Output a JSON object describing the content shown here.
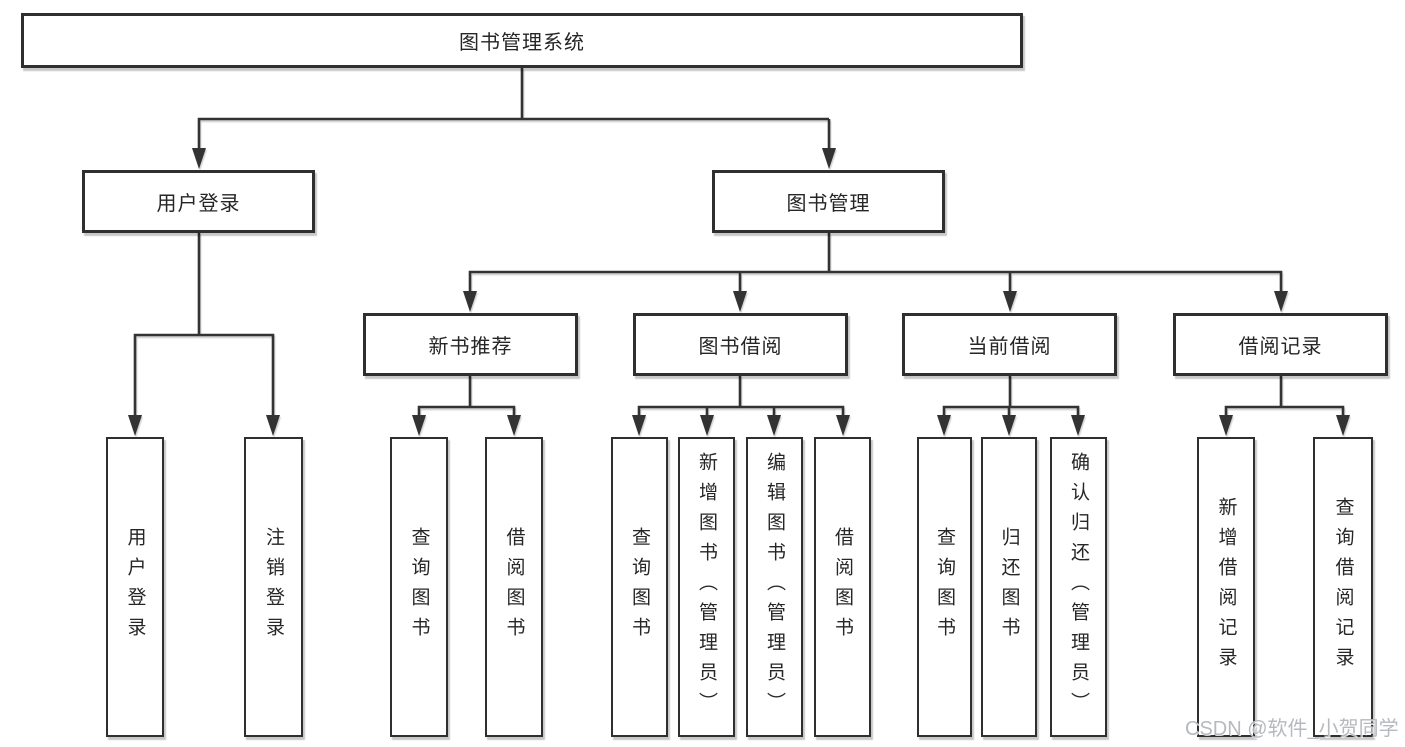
{
  "tree": {
    "root": "图书管理系统",
    "level2": [
      {
        "label": "用户登录",
        "children": [
          "用户登录",
          "注销登录"
        ]
      },
      {
        "label": "图书管理",
        "children": [
          {
            "label": "新书推荐",
            "children": [
              "查询图书",
              "借阅图书"
            ]
          },
          {
            "label": "图书借阅",
            "children": [
              "查询图书",
              "新增图书（管理员）",
              "编辑图书（管理员）",
              "借阅图书"
            ]
          },
          {
            "label": "当前借阅",
            "children": [
              "查询图书",
              "归还图书",
              "确认归还（管理员）"
            ]
          },
          {
            "label": "借阅记录",
            "children": [
              "新增借阅记录",
              "查询借阅记录"
            ]
          }
        ]
      }
    ]
  },
  "colors": {
    "line": "#333333",
    "border": "#2f2f2f",
    "text": "#262626",
    "watermark": "#b6b9be"
  },
  "watermark": "CSDN @软件_小贺同学"
}
